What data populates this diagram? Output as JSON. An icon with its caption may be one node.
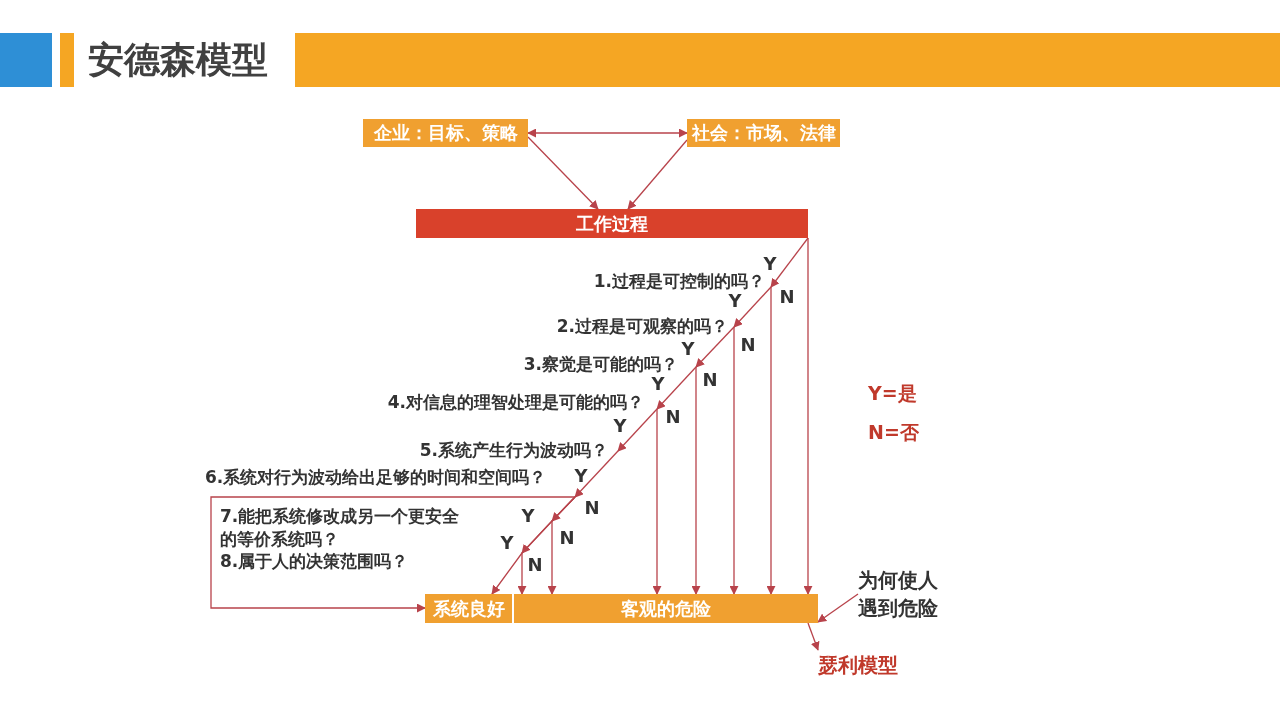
{
  "diagram": {
    "title": "安德森模型",
    "nodes": [
      {
        "text": [
          "企业：目标、策略"
        ]
      },
      {
        "text": [
          "社会：市场、法律"
        ]
      },
      {
        "text": [
          "工作过程"
        ]
      },
      {
        "text": [
          "1.过程是可控制的吗？"
        ]
      },
      {
        "text": [
          "2.过程是可观察的吗？"
        ]
      },
      {
        "text": [
          "3.察觉是可能的吗？"
        ]
      },
      {
        "text": [
          "4.对信息的理智处理是可能的吗？"
        ]
      },
      {
        "text": [
          "5.系统产生行为波动吗？"
        ]
      },
      {
        "text": [
          "6.系统对行为波动给出足够的时间和空间吗？"
        ]
      },
      {
        "text": [
          "系统良好"
        ]
      },
      {
        "text": [
          "客观的危险"
        ]
      },
      {
        "text": [
          "为何使人遇到危险"
        ]
      },
      {
        "text": [
          "瑟利模型"
        ]
      }
    ],
    "edges": [
      {
        "from": 0,
        "to": 1,
        "arrow": "both"
      },
      {
        "from": 0,
        "to": 2,
        "arrow": "to"
      },
      {
        "from": 1,
        "to": 2,
        "arrow": "to"
      },
      {
        "from": 2,
        "to": 3,
        "arrow": "to"
      },
      {
        "from": 2,
        "to": 10,
        "arrow": "to"
      },
      {
        "from": 3,
        "to": 4,
        "arrow": "to"
      },
      {
        "from": 3,
        "to": 10,
        "arrow": "to"
      },
      {
        "from": 4,
        "to": 5,
        "arrow": "to"
      },
      {
        "from": 4,
        "to": 10,
        "arrow": "to"
      },
      {
        "from": 5,
        "to": 6,
        "arrow": "to"
      },
      {
        "from": 5,
        "to": 10,
        "arrow": "to"
      },
      {
        "from": 6,
        "to": 7,
        "arrow": "to"
      },
      {
        "from": 6,
        "to": 10,
        "arrow": "to"
      },
      {
        "from": 7,
        "to": 8,
        "arrow": "to"
      },
      {
        "from": 8,
        "to": 9,
        "arrow": "to"
      },
      {
        "from": 8,
        "to": 9,
        "arrow": "to"
      },
      {
        "from": 8,
        "to": 10,
        "arrow": "to"
      },
      {
        "from": 8,
        "to": 10,
        "arrow": "to"
      },
      {
        "from": 11,
        "to": 10,
        "arrow": "to"
      },
      {
        "from": 10,
        "to": 12,
        "arrow": "to"
      }
    ],
    "labels": [
      "Y",
      "N",
      "Y",
      "N",
      "Y",
      "N",
      "Y",
      "Y=是",
      "N",
      "Y",
      "N=否",
      "Y",
      "7.能把系统修改成另一个更安全的等价系统吗？",
      "N",
      "Y",
      "N",
      "Y",
      "8.属于人的决策范围吗？",
      "N"
    ]
  }
}
